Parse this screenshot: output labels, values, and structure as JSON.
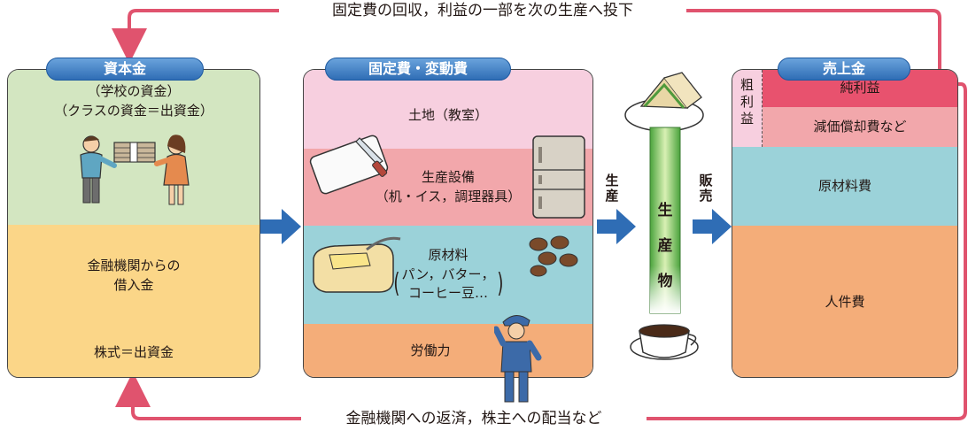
{
  "top_loop_label": "固定費の回収，利益の一部を次の生産へ投下",
  "bottom_loop_label": "金融機関への返済，株主への配当など",
  "capital": {
    "title": "資本金",
    "line1": "（学校の資金）",
    "line2": "（クラスの資金＝出資金）",
    "loan": "金融機関からの\n借入金",
    "stock": "株式＝出資金"
  },
  "costs": {
    "title": "固定費・変動費",
    "land": "土地（教室）",
    "equipment": "生産設備",
    "equipment_detail": "（机・イス，調理器具）",
    "materials": "原材料",
    "materials_detail1": "パン，バター，",
    "materials_detail2": "コーヒー豆…",
    "labor": "労働力"
  },
  "production_label": "生産",
  "product": [
    "生",
    "産",
    "物"
  ],
  "sales_label": "販売",
  "sales": {
    "title": "売上金",
    "gross_profit": "粗利益",
    "net_profit": "純利益",
    "depreciation": "減価償却費など",
    "raw_material": "原材料費",
    "personnel": "人件費"
  },
  "colors": {
    "loop_line": "#e0536e",
    "arrow_blue": "#2f6db5",
    "green": "#d3e6c1",
    "yellow": "#fbd688",
    "pink_light": "#f7cfdf",
    "pink": "#f2a7ab",
    "cyan": "#9bd2d9",
    "orange": "#f4ad79",
    "net_profit_red": "#e8526e"
  }
}
